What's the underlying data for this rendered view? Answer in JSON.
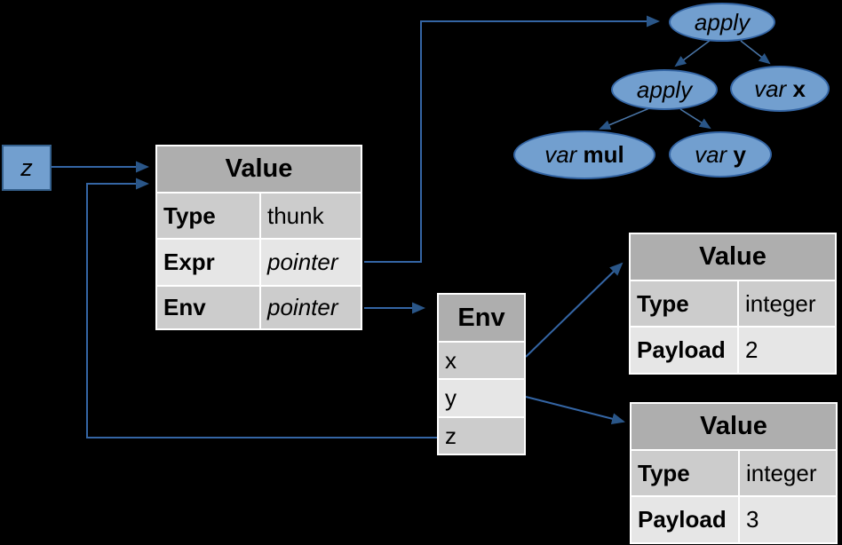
{
  "diagram": {
    "z_ref": {
      "label": "z"
    },
    "thunk_value_table": {
      "title": "Value",
      "type_label": "Type",
      "type_value": "thunk",
      "expr_label": "Expr",
      "expr_value": "pointer",
      "env_label": "Env",
      "env_value": "pointer"
    },
    "env_table": {
      "title": "Env",
      "entries": [
        "x",
        "y",
        "z"
      ]
    },
    "int_value_table_x": {
      "title": "Value",
      "type_label": "Type",
      "type_value": "integer",
      "payload_label": "Payload",
      "payload_value": "2"
    },
    "int_value_table_y": {
      "title": "Value",
      "type_label": "Type",
      "type_value": "integer",
      "payload_label": "Payload",
      "payload_value": "3"
    },
    "expr_tree": {
      "root": {
        "keyword": "apply",
        "name": ""
      },
      "apply2": {
        "keyword": "apply",
        "name": ""
      },
      "var_x": {
        "keyword": "var ",
        "name": "x"
      },
      "var_mul": {
        "keyword": "var ",
        "name": "mul"
      },
      "var_y": {
        "keyword": "var ",
        "name": "y"
      }
    },
    "colors": {
      "node_fill": "#729fcf",
      "node_border": "#3465a4",
      "line": "#3465a4",
      "arrowhead": "#2a5688",
      "table_header_bg": "#aeaeae",
      "row_dark_bg": "#cccccc",
      "row_light_bg": "#e6e6e6",
      "background": "#000000"
    }
  }
}
